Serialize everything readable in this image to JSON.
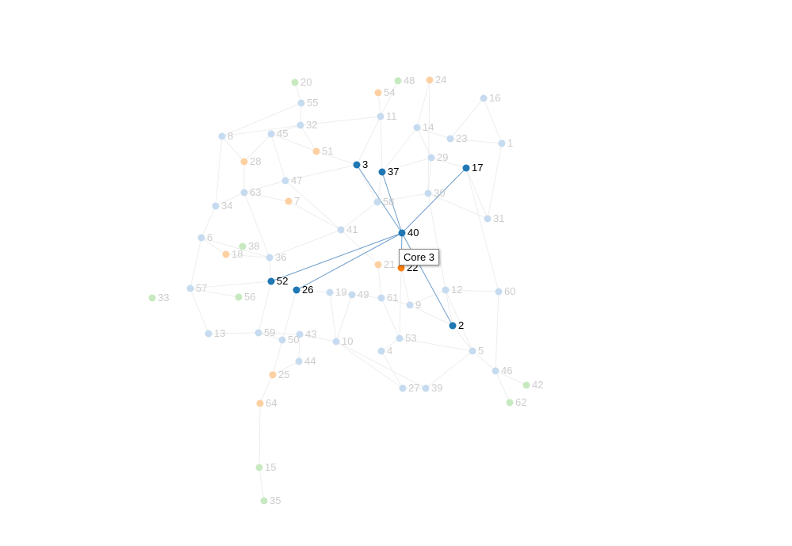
{
  "colors": {
    "core": "#1f77b4",
    "core_faded": "#c6dbef",
    "periphery": "#ff7f0e",
    "periphery_faded": "#fdd0a2",
    "isolate_faded": "#c7e9c0",
    "edge_faded": "#eeeeee",
    "edge_highlight": "#6f9fcc",
    "label_faded": "#cccccc",
    "label_highlight": "#000000"
  },
  "tooltip": {
    "text": "Core 3"
  },
  "graph": {
    "hovered_node": "40",
    "nodes": [
      {
        "id": "20",
        "group": "isolate",
        "state": "faded"
      },
      {
        "id": "48",
        "group": "isolate",
        "state": "faded"
      },
      {
        "id": "24",
        "group": "periphery",
        "state": "faded"
      },
      {
        "id": "54",
        "group": "periphery",
        "state": "faded"
      },
      {
        "id": "55",
        "group": "core",
        "state": "faded"
      },
      {
        "id": "16",
        "group": "core",
        "state": "faded"
      },
      {
        "id": "11",
        "group": "core",
        "state": "faded"
      },
      {
        "id": "32",
        "group": "core",
        "state": "faded"
      },
      {
        "id": "14",
        "group": "core",
        "state": "faded"
      },
      {
        "id": "8",
        "group": "core",
        "state": "faded"
      },
      {
        "id": "45",
        "group": "core",
        "state": "faded"
      },
      {
        "id": "23",
        "group": "core",
        "state": "faded"
      },
      {
        "id": "1",
        "group": "core",
        "state": "faded"
      },
      {
        "id": "51",
        "group": "periphery",
        "state": "faded"
      },
      {
        "id": "28",
        "group": "periphery",
        "state": "faded"
      },
      {
        "id": "29",
        "group": "core",
        "state": "faded"
      },
      {
        "id": "3",
        "group": "core",
        "state": "highlight"
      },
      {
        "id": "37",
        "group": "core",
        "state": "highlight"
      },
      {
        "id": "17",
        "group": "core",
        "state": "highlight"
      },
      {
        "id": "47",
        "group": "core",
        "state": "faded"
      },
      {
        "id": "63",
        "group": "core",
        "state": "faded"
      },
      {
        "id": "30",
        "group": "core",
        "state": "faded"
      },
      {
        "id": "7",
        "group": "periphery",
        "state": "faded"
      },
      {
        "id": "58",
        "group": "core",
        "state": "faded"
      },
      {
        "id": "34",
        "group": "core",
        "state": "faded"
      },
      {
        "id": "31",
        "group": "core",
        "state": "faded"
      },
      {
        "id": "41",
        "group": "core",
        "state": "faded"
      },
      {
        "id": "40",
        "group": "core",
        "state": "highlight"
      },
      {
        "id": "6",
        "group": "core",
        "state": "faded"
      },
      {
        "id": "38",
        "group": "isolate",
        "state": "faded"
      },
      {
        "id": "18",
        "group": "periphery",
        "state": "faded"
      },
      {
        "id": "36",
        "group": "core",
        "state": "faded"
      },
      {
        "id": "21",
        "group": "periphery",
        "state": "faded"
      },
      {
        "id": "22",
        "group": "periphery",
        "state": "highlight"
      },
      {
        "id": "52",
        "group": "core",
        "state": "highlight"
      },
      {
        "id": "26",
        "group": "core",
        "state": "highlight"
      },
      {
        "id": "57",
        "group": "core",
        "state": "faded"
      },
      {
        "id": "12",
        "group": "core",
        "state": "faded"
      },
      {
        "id": "60",
        "group": "core",
        "state": "faded"
      },
      {
        "id": "33",
        "group": "isolate",
        "state": "faded"
      },
      {
        "id": "56",
        "group": "isolate",
        "state": "faded"
      },
      {
        "id": "19",
        "group": "core",
        "state": "faded"
      },
      {
        "id": "49",
        "group": "core",
        "state": "faded"
      },
      {
        "id": "61",
        "group": "core",
        "state": "faded"
      },
      {
        "id": "9",
        "group": "core",
        "state": "faded"
      },
      {
        "id": "2",
        "group": "core",
        "state": "highlight"
      },
      {
        "id": "13",
        "group": "core",
        "state": "faded"
      },
      {
        "id": "59",
        "group": "core",
        "state": "faded"
      },
      {
        "id": "43",
        "group": "core",
        "state": "faded"
      },
      {
        "id": "50",
        "group": "core",
        "state": "faded"
      },
      {
        "id": "10",
        "group": "core",
        "state": "faded"
      },
      {
        "id": "53",
        "group": "core",
        "state": "faded"
      },
      {
        "id": "4",
        "group": "core",
        "state": "faded"
      },
      {
        "id": "5",
        "group": "core",
        "state": "faded"
      },
      {
        "id": "44",
        "group": "core",
        "state": "faded"
      },
      {
        "id": "46",
        "group": "core",
        "state": "faded"
      },
      {
        "id": "25",
        "group": "periphery",
        "state": "faded"
      },
      {
        "id": "42",
        "group": "isolate",
        "state": "faded"
      },
      {
        "id": "27",
        "group": "core",
        "state": "faded"
      },
      {
        "id": "39",
        "group": "core",
        "state": "faded"
      },
      {
        "id": "62",
        "group": "isolate",
        "state": "faded"
      },
      {
        "id": "64",
        "group": "periphery",
        "state": "faded"
      },
      {
        "id": "15",
        "group": "isolate",
        "state": "faded"
      },
      {
        "id": "35",
        "group": "isolate",
        "state": "faded"
      }
    ],
    "edges_highlight": [
      [
        "40",
        "3"
      ],
      [
        "40",
        "37"
      ],
      [
        "40",
        "17"
      ],
      [
        "40",
        "52"
      ],
      [
        "40",
        "26"
      ],
      [
        "40",
        "2"
      ],
      [
        "40",
        "22"
      ]
    ],
    "edges_faded": [
      [
        "8",
        "28"
      ],
      [
        "8",
        "34"
      ],
      [
        "8",
        "55"
      ],
      [
        "8",
        "32"
      ],
      [
        "32",
        "51"
      ],
      [
        "32",
        "11"
      ],
      [
        "45",
        "47"
      ],
      [
        "45",
        "28"
      ],
      [
        "55",
        "32"
      ],
      [
        "11",
        "3"
      ],
      [
        "11",
        "37"
      ],
      [
        "14",
        "29"
      ],
      [
        "14",
        "23"
      ],
      [
        "23",
        "1"
      ],
      [
        "16",
        "1"
      ],
      [
        "16",
        "23"
      ],
      [
        "24",
        "14"
      ],
      [
        "24",
        "30"
      ],
      [
        "29",
        "30"
      ],
      [
        "29",
        "37"
      ],
      [
        "1",
        "31"
      ],
      [
        "31",
        "30"
      ],
      [
        "17",
        "31"
      ],
      [
        "17",
        "60"
      ],
      [
        "51",
        "3"
      ],
      [
        "47",
        "63"
      ],
      [
        "47",
        "41"
      ],
      [
        "63",
        "34"
      ],
      [
        "63",
        "7"
      ],
      [
        "7",
        "41"
      ],
      [
        "58",
        "41"
      ],
      [
        "58",
        "30"
      ],
      [
        "58",
        "37"
      ],
      [
        "34",
        "6"
      ],
      [
        "6",
        "57"
      ],
      [
        "6",
        "36"
      ],
      [
        "36",
        "52"
      ],
      [
        "36",
        "63"
      ],
      [
        "57",
        "52"
      ],
      [
        "57",
        "13"
      ],
      [
        "13",
        "59"
      ],
      [
        "59",
        "50"
      ],
      [
        "59",
        "43"
      ],
      [
        "50",
        "26"
      ],
      [
        "50",
        "25"
      ],
      [
        "43",
        "44"
      ],
      [
        "44",
        "25"
      ],
      [
        "25",
        "64"
      ],
      [
        "64",
        "15"
      ],
      [
        "15",
        "35"
      ],
      [
        "26",
        "19"
      ],
      [
        "19",
        "49"
      ],
      [
        "49",
        "61"
      ],
      [
        "49",
        "10"
      ],
      [
        "61",
        "9"
      ],
      [
        "9",
        "12"
      ],
      [
        "12",
        "2"
      ],
      [
        "12",
        "60"
      ],
      [
        "60",
        "46"
      ],
      [
        "46",
        "5"
      ],
      [
        "46",
        "42"
      ],
      [
        "46",
        "62"
      ],
      [
        "5",
        "53"
      ],
      [
        "5",
        "39"
      ],
      [
        "53",
        "4"
      ],
      [
        "4",
        "27"
      ],
      [
        "27",
        "39"
      ],
      [
        "27",
        "10"
      ],
      [
        "10",
        "43"
      ],
      [
        "10",
        "49"
      ],
      [
        "41",
        "36"
      ],
      [
        "21",
        "61"
      ],
      [
        "21",
        "41"
      ],
      [
        "22",
        "9"
      ],
      [
        "22",
        "53"
      ],
      [
        "30",
        "12"
      ],
      [
        "3",
        "58"
      ],
      [
        "37",
        "14"
      ],
      [
        "47",
        "3"
      ],
      [
        "45",
        "32"
      ],
      [
        "28",
        "63"
      ],
      [
        "18",
        "6"
      ],
      [
        "18",
        "36"
      ],
      [
        "52",
        "59"
      ],
      [
        "19",
        "10"
      ],
      [
        "61",
        "53"
      ],
      [
        "2",
        "5"
      ],
      [
        "39",
        "10"
      ],
      [
        "56",
        "57"
      ],
      [
        "12",
        "5"
      ],
      [
        "9",
        "2"
      ],
      [
        "54",
        "11"
      ],
      [
        "48",
        "11"
      ],
      [
        "55",
        "20"
      ],
      [
        "45",
        "51"
      ],
      [
        "29",
        "17"
      ]
    ]
  }
}
